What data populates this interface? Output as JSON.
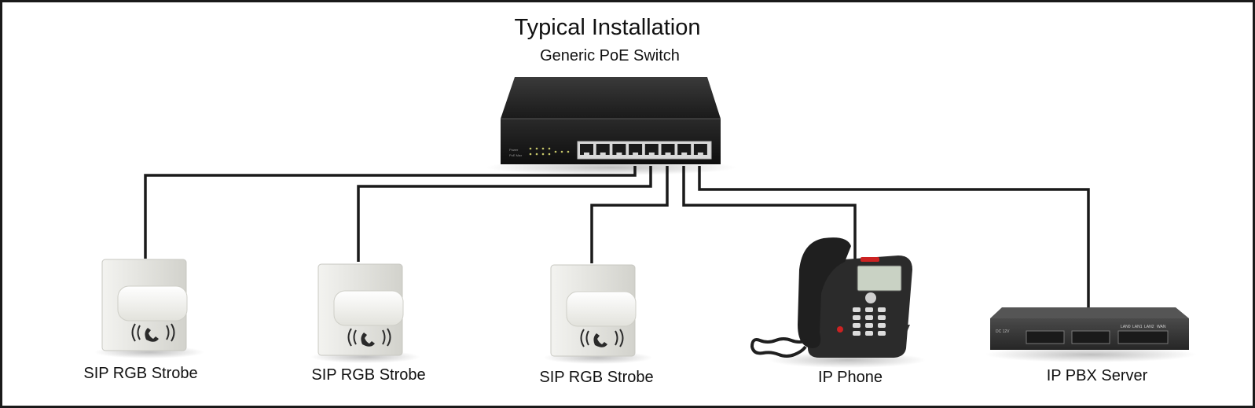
{
  "title": "Typical Installation",
  "switch": {
    "label": "Generic PoE Switch",
    "status_labels": [
      "Power",
      "PoE Max"
    ]
  },
  "devices": [
    {
      "id": "strobe-1",
      "label": "SIP RGB Strobe",
      "icon": "sip-strobe-icon"
    },
    {
      "id": "strobe-2",
      "label": "SIP RGB Strobe",
      "icon": "sip-strobe-icon"
    },
    {
      "id": "strobe-3",
      "label": "SIP RGB Strobe",
      "icon": "sip-strobe-icon"
    },
    {
      "id": "ip-phone",
      "label": "IP Phone",
      "icon": "ip-phone-icon"
    },
    {
      "id": "pbx-server",
      "label": "IP PBX Server",
      "icon": "pbx-server-icon"
    }
  ],
  "pbx": {
    "port_group_labels": [
      "LAN0",
      "LAN1",
      "LAN2",
      "WAN"
    ],
    "power_label": "DC 12V"
  },
  "colors": {
    "background": "#ffffff",
    "border": "#1a1a1a",
    "cable": "#1a1a1a",
    "switch_body": "#1e1e1e",
    "strobe_body": "#e4e4e0",
    "phone_body": "#2a2a2a",
    "pbx_body": "#2f2f2f"
  }
}
